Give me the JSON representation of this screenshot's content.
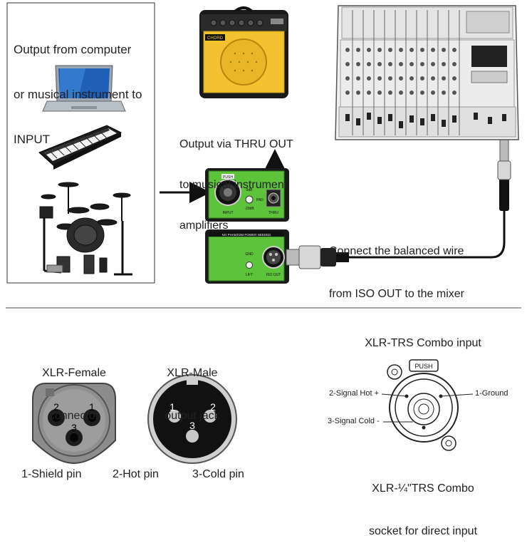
{
  "source_box": {
    "caption_line1": "Output from computer",
    "caption_line2": "or musical instrument to",
    "caption_line3": "INPUT"
  },
  "thru_caption": {
    "line1": "Output via THRU OUT",
    "line2": "to musical instrument",
    "line3": "amplifiers"
  },
  "balanced_caption": {
    "line1": "Connect the balanced wire",
    "line2": "from ISO OUT to the mixer"
  },
  "amp": {
    "badge": "CHORD"
  },
  "di_top": {
    "push_label": "PUSH",
    "input_label": "INPUT",
    "switch_label": "0dB",
    "pad_value": "-20dB",
    "pad_label": "PAD",
    "thru_label": "THRU"
  },
  "di_bottom": {
    "banner": "NO PHANTOM POWER NEEDED",
    "gnd_label": "GND",
    "lift_label": "LIFT",
    "iso_label": "ISO OUT"
  },
  "xlr_female": {
    "title_line1": "XLR-Female",
    "title_line2": "connector",
    "pins": [
      "1",
      "2",
      "3"
    ]
  },
  "xlr_male": {
    "title_line1": "XLR-Male",
    "title_line2": "output jack",
    "pins": [
      "1",
      "2",
      "3"
    ]
  },
  "pin_legend": {
    "pin1": "1-Shield pin",
    "pin2": "2-Hot pin",
    "pin3": "3-Cold pin"
  },
  "combo": {
    "title": "XLR-TRS Combo input",
    "push_label": "PUSH",
    "hot_label": "2-Signal Hot +",
    "ground_label": "1-Ground",
    "cold_label": "3-Signal Cold -",
    "caption_line1": "XLR-¼\"TRS Combo",
    "caption_line2": "socket for direct input"
  },
  "colors": {
    "di_green": "#5cc33a",
    "amp_yellow": "#f2c230",
    "line": "#111111"
  }
}
